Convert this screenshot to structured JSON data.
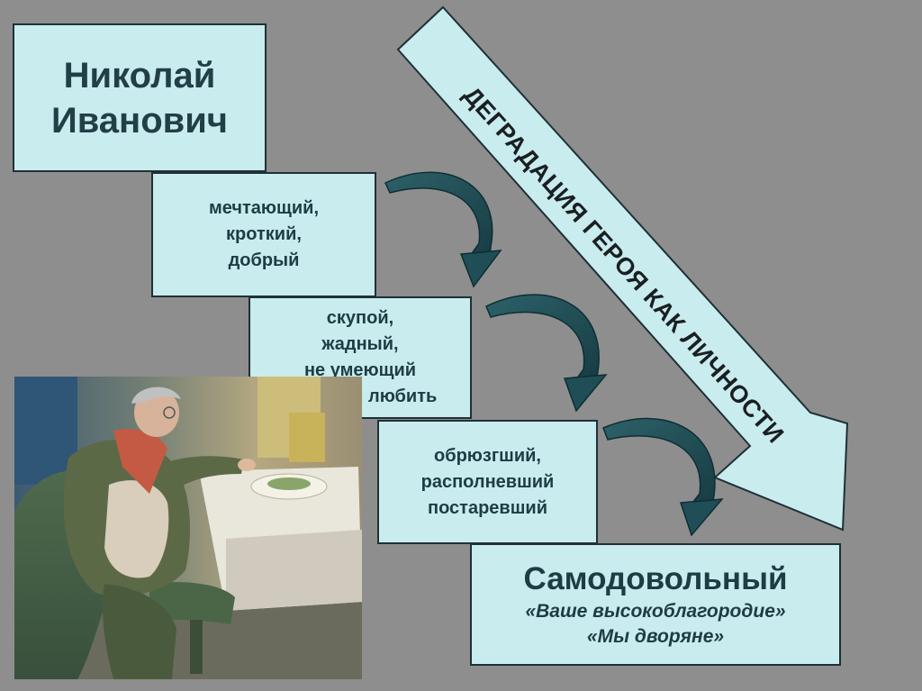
{
  "name_box": {
    "line1": "Николай",
    "line2": "Иванович"
  },
  "stages": [
    {
      "lines": [
        "мечтающий,",
        "кроткий,",
        "добрый"
      ]
    },
    {
      "lines": [
        "скупой,",
        "жадный,",
        "не умеющий",
        "жалеть и любить"
      ]
    },
    {
      "lines": [
        "обрюзгший,",
        "располневший",
        "постаревший"
      ]
    }
  ],
  "final_box": {
    "title": "Самодовольный",
    "quote1": "«Ваше высокоблагородие»",
    "quote2": "«Мы дворяне»"
  },
  "degradation_arrow": {
    "label": "ДЕГРАДАЦИЯ ГЕРОЯ КАК ЛИЧНОСТИ"
  },
  "colors": {
    "background": "#8e8e8e",
    "box_fill": "#c9ecee",
    "box_text": "#1e3c44",
    "curved_arrow": "#1f4e56"
  }
}
